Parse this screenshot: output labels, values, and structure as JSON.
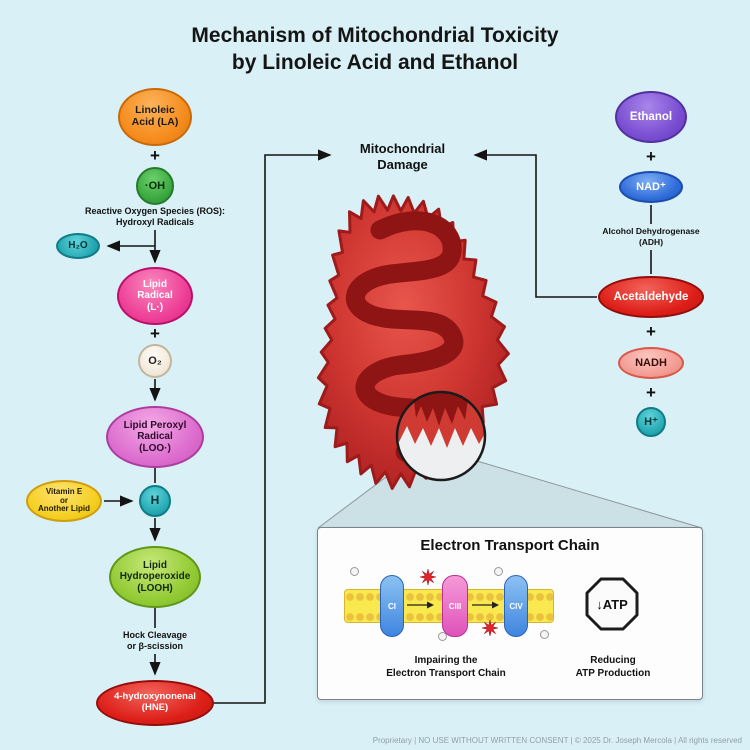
{
  "title": "Mechanism of Mitochondrial Toxicity\nby Linoleic Acid and Ethanol",
  "symbols": {
    "plus": "+"
  },
  "center": {
    "damage": "Mitochondrial\nDamage"
  },
  "left_pathway": {
    "linoleic_acid": "Linoleic\nAcid (LA)",
    "hydroxyl_radical": "·OH",
    "ros_label": "Reactive Oxygen Species (ROS):\nHydroxyl Radicals",
    "water": "H₂O",
    "lipid_radical": "Lipid\nRadical\n(L·)",
    "oxygen": "O₂",
    "lipid_peroxyl_radical": "Lipid Peroxyl\nRadical\n(LOO·)",
    "vitamin_e": "Vitamin E\nor\nAnother Lipid",
    "hydrogen": "H",
    "lipid_hydroperoxide": "Lipid\nHydroperoxide\n(LOOH)",
    "cleavage_label": "Hock Cleavage\nor β-scission",
    "hne": "4-hydroxynonenal\n(HNE)"
  },
  "right_pathway": {
    "ethanol": "Ethanol",
    "nad": "NAD⁺",
    "adh_label": "Alcohol Dehydrogenase\n(ADH)",
    "acetaldehyde": "Acetaldehyde",
    "nadh": "NADH",
    "hydrogen_ion": "H⁺"
  },
  "inset": {
    "title": "Electron Transport Chain",
    "complexes": [
      "CI",
      "CIII",
      "CIV"
    ],
    "impairing_caption": "Impairing the\nElectron Transport Chain",
    "atp_label": "↓ATP",
    "reducing_caption": "Reducing\nATP Production"
  },
  "footer": "Proprietary | NO USE WITHOUT WRITTEN CONSENT | © 2025 Dr. Joseph Mercola | All rights reserved",
  "colors": {
    "background": "#d9f1f6",
    "linoleic_orange": "#f68c1e",
    "ros_green": "#3aa83f",
    "teal": "#27aab4",
    "lipid_radical_pink": "#ee4097",
    "peroxyl_orchid": "#dd6ecf",
    "vitamin_yellow": "#f4cf1f",
    "looh_green": "#93cb35",
    "hne_red": "#dd2019",
    "ethanol_purple": "#7a4ed2",
    "nad_blue": "#2f6bd8",
    "nadh_salmon": "#f29b92",
    "acetaldehyde_red": "#dd2019",
    "mitochondrion_red": "#cf3631",
    "membrane_yellow": "#f9e84e"
  }
}
